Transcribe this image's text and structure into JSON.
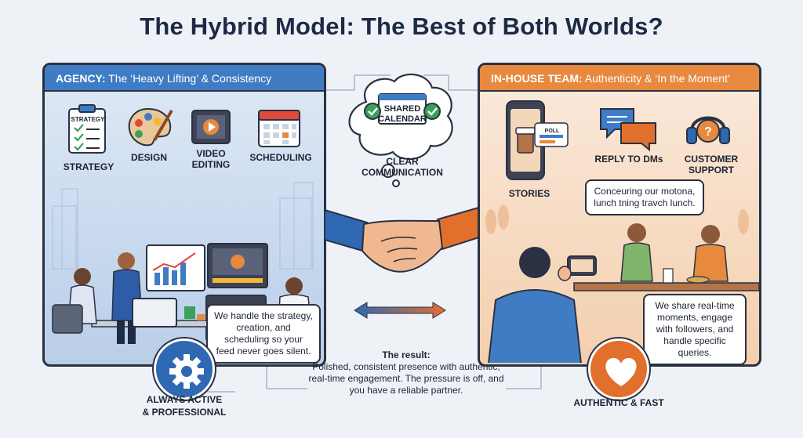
{
  "title": "The Hybrid Model: The Best of Both Worlds?",
  "agency": {
    "title_bold": "AGENCY:",
    "title_rest": " The ‘Heavy Lifting’ & Consistency",
    "items": [
      {
        "label": "STRATEGY",
        "icon": "strategy-clipboard-icon"
      },
      {
        "label": "DESIGN",
        "icon": "palette-icon"
      },
      {
        "label": "VIDEO\nEDITING",
        "icon": "video-film-icon"
      },
      {
        "label": "SCHEDULING",
        "icon": "calendar-icon"
      }
    ],
    "clipboard_text": "STRATEGY",
    "bubble": "We handle the strategy, creation, and scheduling so your feed never goes silent.",
    "badge_caption": "ALWAYS ACTIVE\n& PROFESSIONAL",
    "badge_icon": "gear-icon"
  },
  "center": {
    "cloud_line1": "SHARED",
    "cloud_line2": "CALENDAR",
    "cloud_caption": "CLEAR\nCOMMUNICATION",
    "result_head": "The result:",
    "result_text": "Polished, consistent presence with authentic, real-time engagement. The pressure is off, and you have a reliable partner."
  },
  "inhouse": {
    "title_bold": "IN-HOUSE TEAM:",
    "title_rest": " Authenticity & ‘In the Moment’",
    "items": [
      {
        "label": "STORIES",
        "icon": "phone-stories-icon"
      },
      {
        "label": "REPLY TO DMs",
        "icon": "chat-bubbles-icon"
      },
      {
        "label": "CUSTOMER\nSUPPORT",
        "icon": "headset-icon"
      }
    ],
    "poll_label": "POLL",
    "speech_bubble": "Conceuring our motona, lunch tning travch lunch.",
    "bubble": "We share real-time moments, engage with followers, and handle specific queries.",
    "badge_caption": "AUTHENTIC & FAST",
    "badge_icon": "heart-icon"
  },
  "colors": {
    "agency_blue": "#3f7cc4",
    "inhouse_orange": "#e7893f",
    "outline": "#2a3142"
  }
}
